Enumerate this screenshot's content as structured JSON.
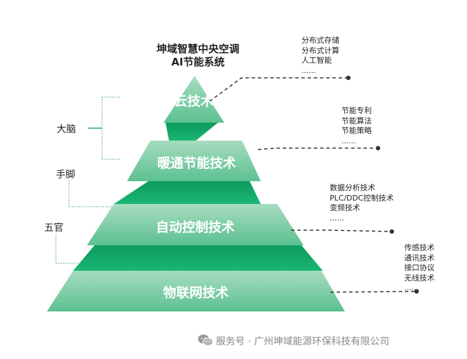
{
  "title": [
    "坤域智慧中央空调",
    "AI节能系统"
  ],
  "layers": [
    {
      "label": "云技术"
    },
    {
      "label": "暖通节能技术"
    },
    {
      "label": "自动控制技术"
    },
    {
      "label": "物联网技术"
    }
  ],
  "side_labels": {
    "brain": "大脑",
    "limbs": "手脚",
    "senses": "五官"
  },
  "notes": [
    {
      "lines": [
        "分布式存储",
        "分布式计算",
        "人工智能",
        "......"
      ]
    },
    {
      "lines": [
        "节能专利",
        "节能算法",
        "节能策略",
        "......"
      ]
    },
    {
      "lines": [
        "数据分析技术",
        "PLC/DDC控制技术",
        "变频技术",
        "......"
      ]
    },
    {
      "lines": [
        "传感技术",
        "通讯技术",
        "接口协议",
        "无线技术",
        "......"
      ]
    }
  ],
  "footer": {
    "text": "服务号 · 广州坤域能源环保科技有限公司",
    "icon": "wechat-icon"
  },
  "colors": {
    "layer_fill_top": "#a7dcc0",
    "layer_fill_bottom": "#5cc191",
    "connector": "#10a864",
    "bracket": "#2a9e6e",
    "dash": "#333333",
    "footer": "#888888"
  }
}
